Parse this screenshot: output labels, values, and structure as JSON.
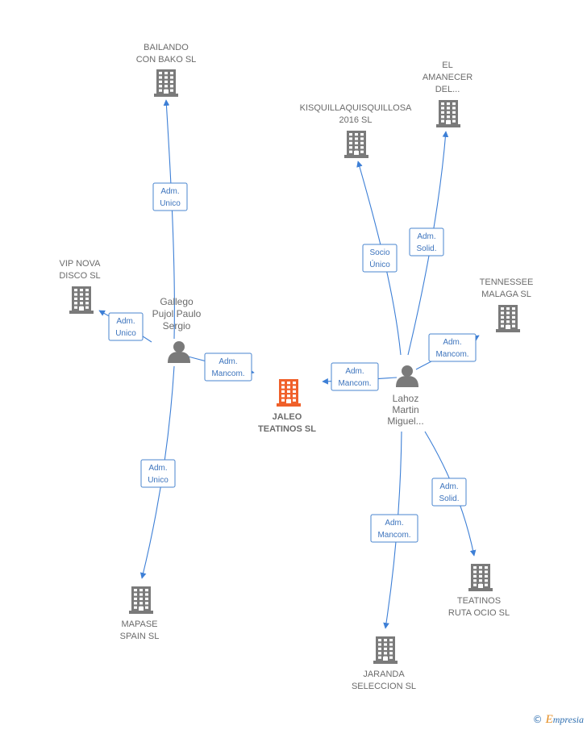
{
  "colors": {
    "edge": "#3d7fd6",
    "company": "#7a7a7a",
    "focus": "#f0602a",
    "person": "#7a7a7a",
    "label_border": "#4a86cf"
  },
  "focus": {
    "lines": [
      "JALEO",
      "TEATINOS  SL"
    ]
  },
  "people": [
    {
      "id": "gallego",
      "lines": [
        "Gallego",
        "Pujol Paulo",
        "Sergio"
      ]
    },
    {
      "id": "lahoz",
      "lines": [
        "Lahoz",
        "Martin",
        "Miguel..."
      ]
    }
  ],
  "companies": [
    {
      "id": "bailando",
      "lines": [
        "BAILANDO",
        "CON BAKO SL"
      ]
    },
    {
      "id": "vipnova",
      "lines": [
        "VIP NOVA",
        "DISCO SL"
      ]
    },
    {
      "id": "mapase",
      "lines": [
        "MAPASE",
        "SPAIN  SL"
      ]
    },
    {
      "id": "kisquilla",
      "lines": [
        "KISQUILLAQUISQUILLOSA",
        "2016  SL"
      ]
    },
    {
      "id": "amanecer",
      "lines": [
        "EL",
        "AMANECER",
        "DEL..."
      ]
    },
    {
      "id": "tennessee",
      "lines": [
        "TENNESSEE",
        "MALAGA SL"
      ]
    },
    {
      "id": "teatinos",
      "lines": [
        "TEATINOS",
        "RUTA OCIO  SL"
      ]
    },
    {
      "id": "jaranda",
      "lines": [
        "JARANDA",
        "SELECCION SL"
      ]
    }
  ],
  "edges": [
    {
      "id": "e-bailando",
      "lines": [
        "Adm.",
        "Unico"
      ]
    },
    {
      "id": "e-vipnova",
      "lines": [
        "Adm.",
        "Unico"
      ]
    },
    {
      "id": "e-focus-gallego",
      "lines": [
        "Adm.",
        "Mancom."
      ]
    },
    {
      "id": "e-mapase",
      "lines": [
        "Adm.",
        "Unico"
      ]
    },
    {
      "id": "e-kisquilla",
      "lines": [
        "Socio",
        "Único"
      ]
    },
    {
      "id": "e-amanecer",
      "lines": [
        "Adm.",
        "Solid."
      ]
    },
    {
      "id": "e-tennessee",
      "lines": [
        "Adm.",
        "Mancom."
      ]
    },
    {
      "id": "e-focus-lahoz",
      "lines": [
        "Adm.",
        "Mancom."
      ]
    },
    {
      "id": "e-teatinos",
      "lines": [
        "Adm.",
        "Solid."
      ]
    },
    {
      "id": "e-jaranda",
      "lines": [
        "Adm.",
        "Mancom."
      ]
    }
  ],
  "brand": {
    "copyright": "©",
    "e": "E",
    "rest": "mpresia"
  }
}
